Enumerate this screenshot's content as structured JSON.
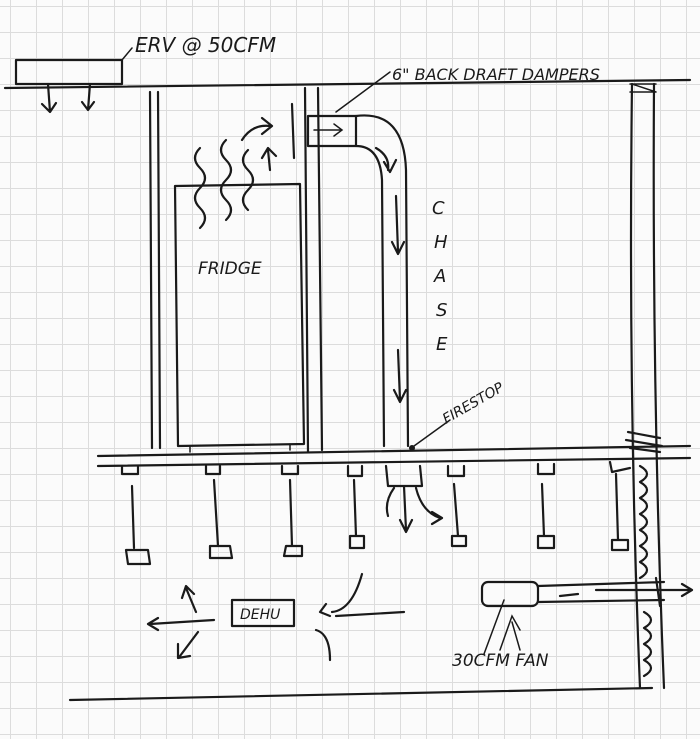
{
  "labels": {
    "erv": "ERV @ 50CFM",
    "dampers": "6\" BACK DRAFT DAMPERS",
    "chase": [
      "C",
      "H",
      "A",
      "S",
      "E"
    ],
    "fridge": "FRIDGE",
    "firestop": "FIRESTOP",
    "dehu": "DEHU",
    "fan": "30CFM FAN"
  }
}
